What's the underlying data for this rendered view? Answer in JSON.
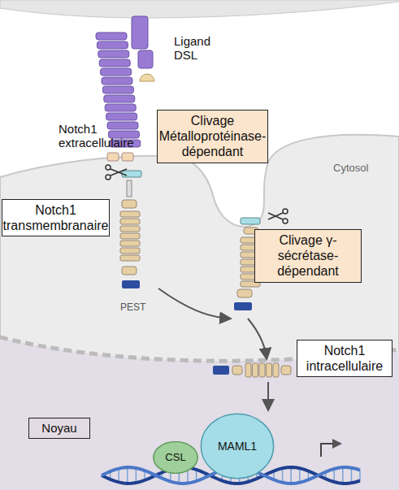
{
  "diagram": {
    "nodes": [
      {
        "text": [
          "Clivage Métalloprotéinase-dépendant"
        ]
      },
      {
        "text": [
          "Notch1 transmembranaire"
        ]
      },
      {
        "text": [
          "Clivage γ-sécrétase-dépendant"
        ]
      },
      {
        "text": [
          "Notch1 intracellulaire"
        ]
      },
      {
        "text": [
          "Noyau"
        ]
      },
      {
        "text": [
          "CSL"
        ]
      },
      {
        "text": [
          "MAML1"
        ]
      }
    ],
    "labels": [
      "Ligand DSL",
      "Notch1 extracellulaire",
      "PEST",
      "Cytosol"
    ]
  }
}
